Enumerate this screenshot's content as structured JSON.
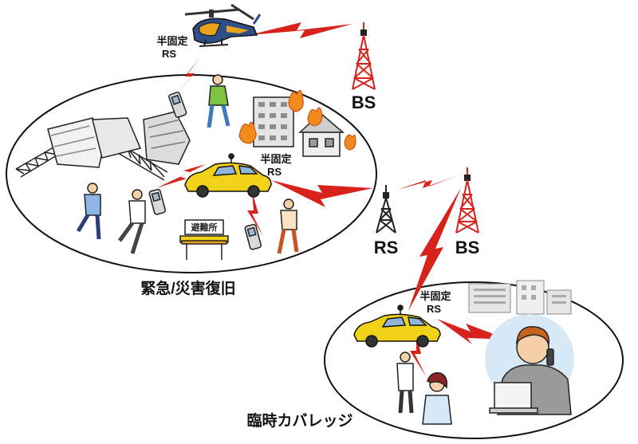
{
  "labels": {
    "semi_fixed_rs": "半固定",
    "rs": "RS",
    "bs": "BS",
    "evacuation_shelter": "避難所",
    "scenario_emergency": "緊急/災害復旧",
    "scenario_temporary": "臨時カバレッジ"
  },
  "colors": {
    "radio_link": "#d8231c",
    "bs_tower": "#d8231c",
    "rs_tower": "#222222",
    "car_body": "#f2d218",
    "helicopter_body": "#2d4f86",
    "helicopter_accent": "#e8a21d",
    "fire": "#f08a1c",
    "sky_circle": "#d7e9f7"
  }
}
